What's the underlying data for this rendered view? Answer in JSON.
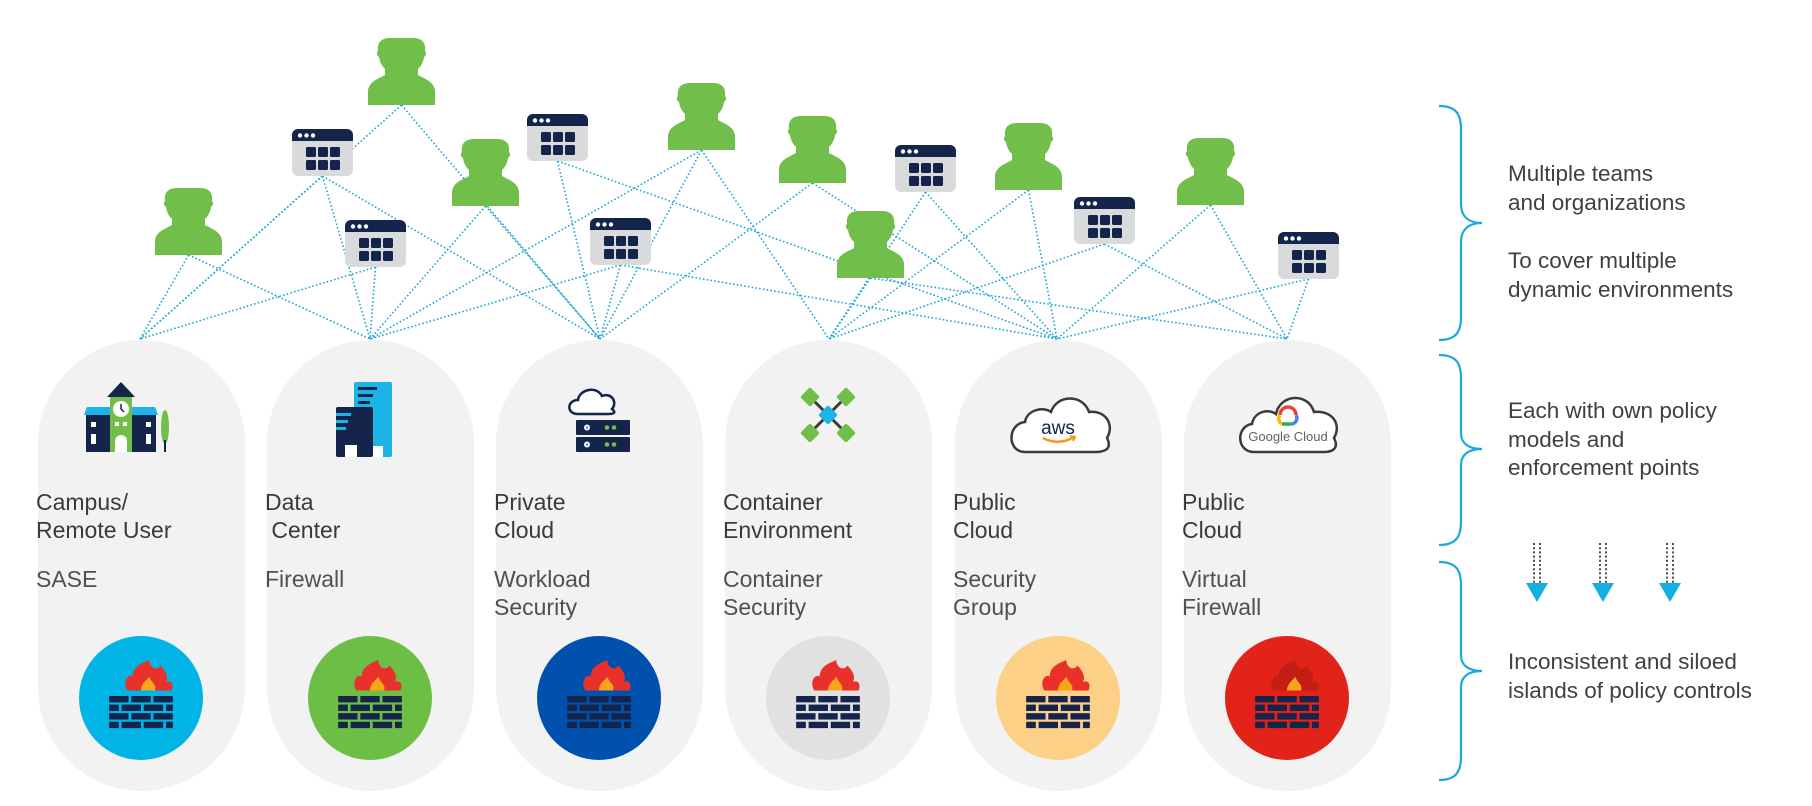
{
  "colors": {
    "line": "#1ba6d6",
    "user": "#72be4b",
    "app_header": "#14244a",
    "app_body": "#d9dadb",
    "pillar_bg": "#f2f2f2",
    "brace": "#1ba9dc",
    "arrow": "#14aee0"
  },
  "network": {
    "users": [
      {
        "id": "u1"
      },
      {
        "id": "u2"
      },
      {
        "id": "u3"
      },
      {
        "id": "u4"
      },
      {
        "id": "u5"
      },
      {
        "id": "u6"
      },
      {
        "id": "u7"
      },
      {
        "id": "u8"
      }
    ],
    "apps": [
      {
        "id": "a1"
      },
      {
        "id": "a2"
      },
      {
        "id": "a3"
      },
      {
        "id": "a4"
      },
      {
        "id": "a5"
      },
      {
        "id": "a6"
      },
      {
        "id": "a7"
      }
    ],
    "links": [
      [
        "u1",
        "p1"
      ],
      [
        "u1",
        "p2"
      ],
      [
        "a1",
        "p1"
      ],
      [
        "a1",
        "p2"
      ],
      [
        "a1",
        "p3"
      ],
      [
        "a2",
        "p1"
      ],
      [
        "a2",
        "p2"
      ],
      [
        "u2",
        "p1"
      ],
      [
        "u2",
        "p3"
      ],
      [
        "u3",
        "p2"
      ],
      [
        "u3",
        "p3"
      ],
      [
        "a3",
        "p3"
      ],
      [
        "a3",
        "p5"
      ],
      [
        "a4",
        "p2"
      ],
      [
        "a4",
        "p3"
      ],
      [
        "a4",
        "p5"
      ],
      [
        "u4",
        "p2"
      ],
      [
        "u4",
        "p3"
      ],
      [
        "u4",
        "p4"
      ],
      [
        "u5",
        "p3"
      ],
      [
        "u5",
        "p5"
      ],
      [
        "a5",
        "p4"
      ],
      [
        "a5",
        "p5"
      ],
      [
        "u6",
        "p4"
      ],
      [
        "u6",
        "p6"
      ],
      [
        "u7",
        "p4"
      ],
      [
        "u7",
        "p5"
      ],
      [
        "a6",
        "p4"
      ],
      [
        "a6",
        "p6"
      ],
      [
        "u8",
        "p5"
      ],
      [
        "u8",
        "p6"
      ],
      [
        "a7",
        "p5"
      ],
      [
        "a7",
        "p6"
      ]
    ]
  },
  "pillars": [
    {
      "id": "p1",
      "icon": "campus-building-icon",
      "title": "Campus/\nRemote User",
      "control": "SASE",
      "circle_color": "#00b5e5"
    },
    {
      "id": "p2",
      "icon": "data-center-building-icon",
      "title": "Data\n Center",
      "control": "Firewall",
      "circle_color": "#6cbe45"
    },
    {
      "id": "p3",
      "icon": "cloud-server-icon",
      "title": "Private\nCloud",
      "control": "Workload\nSecurity",
      "circle_color": "#0050ae"
    },
    {
      "id": "p4",
      "icon": "container-cluster-icon",
      "title": "Container\nEnvironment",
      "control": "Container\nSecurity",
      "circle_color": "#e1e1e1"
    },
    {
      "id": "p5",
      "icon": "aws-cloud-icon",
      "title": "Public\nCloud",
      "control": "Security\nGroup",
      "circle_color": "#fdd088",
      "logo_text": "aws"
    },
    {
      "id": "p6",
      "icon": "google-cloud-icon",
      "title": "Public\nCloud",
      "control": "Virtual\nFirewall",
      "circle_color": "#e2231a",
      "logo_text": "Google Cloud"
    }
  ],
  "side_notes": {
    "teams": "Multiple teams\nand organizations",
    "environments": "To cover multiple\ndynamic environments",
    "policy_models": "Each with own policy\nmodels and\nenforcement points",
    "silos": "Inconsistent and siloed\nislands of policy controls"
  }
}
